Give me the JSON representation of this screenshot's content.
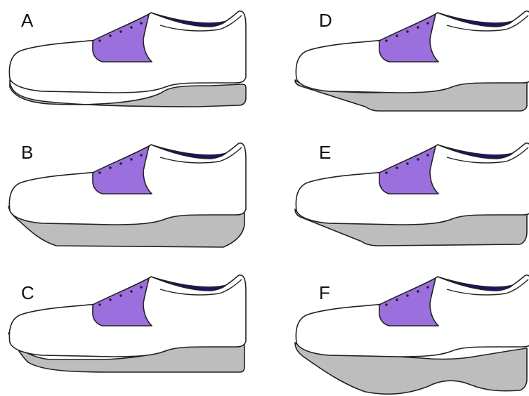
{
  "colors": {
    "upper": "#ffffff",
    "outline": "#222222",
    "eyestay": "#9b6fdd",
    "collar": "#1a1466",
    "sole": "#bdbdbd",
    "eyelet": "#222222"
  },
  "panels": [
    {
      "label": "A",
      "sole_style": "curved-thin"
    },
    {
      "label": "B",
      "sole_style": "thick-rocker"
    },
    {
      "label": "C",
      "sole_style": "flat-heel-block"
    },
    {
      "label": "D",
      "sole_style": "toe-spring-wedge"
    },
    {
      "label": "E",
      "sole_style": "rocker-wedge"
    },
    {
      "label": "F",
      "sole_style": "double-rocker"
    }
  ]
}
